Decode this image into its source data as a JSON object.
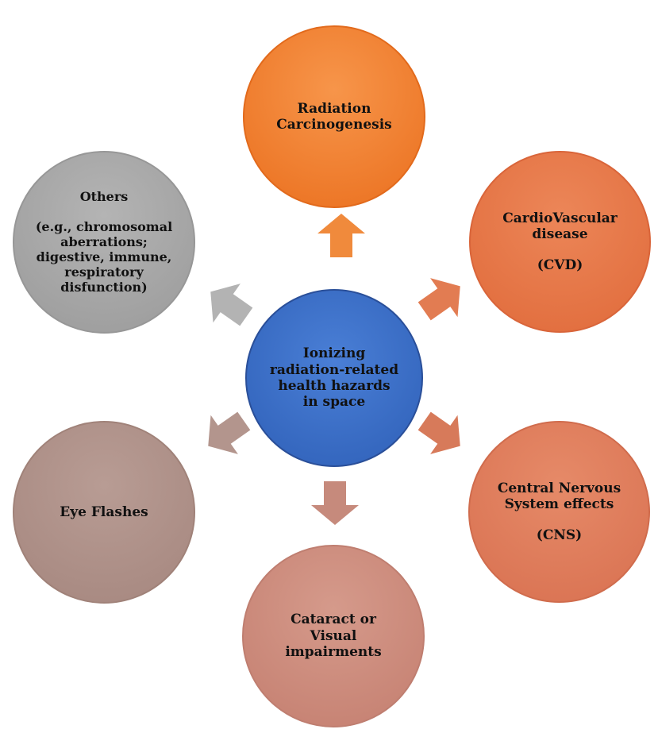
{
  "center": {
    "lines": [
      "Ionizing",
      "radiation-related",
      "health hazards",
      "in space"
    ],
    "color": "#3a6fc8"
  },
  "nodes": {
    "carcinogenesis": {
      "lines": [
        "Radiation",
        "Carcinogenesis"
      ],
      "color": "#f08030"
    },
    "cvd": {
      "lines": [
        "CardioVascular",
        "disease"
      ],
      "abbr": "(CVD)",
      "color": "#e57445"
    },
    "cns": {
      "lines": [
        "Central Nervous",
        "System effects"
      ],
      "abbr": "(CNS)",
      "color": "#dc7a5a"
    },
    "cataract": {
      "lines": [
        "Cataract or",
        "Visual",
        "impairments"
      ],
      "color": "#c98a7b"
    },
    "eye": {
      "lines": [
        "Eye Flashes"
      ],
      "color": "#ac8e86"
    },
    "others": {
      "title": "Others",
      "lines": [
        "(e.g., chromosomal",
        "aberrations;",
        "digestive, immune,",
        "respiratory",
        "disfunction)"
      ],
      "color": "#a6a6a6"
    }
  },
  "arrow_colors": {
    "top": "#f08a3c",
    "cvd": "#e27c52",
    "cns": "#d77a5a",
    "cataract": "#c68a7c",
    "eye": "#b3958d",
    "others": "#b3b3b3"
  }
}
